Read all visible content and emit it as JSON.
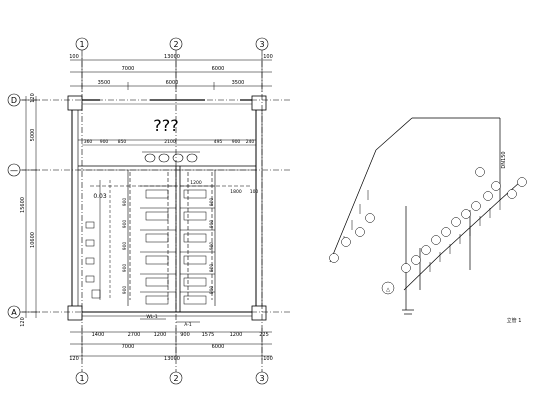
{
  "grid_axes": {
    "columns": [
      "1",
      "2",
      "3"
    ],
    "rows": [
      "D",
      "A"
    ],
    "row_mid": "—"
  },
  "dims": {
    "top_total": "13000",
    "top_spans": [
      "7000",
      "6000"
    ],
    "top_sub": [
      "3500",
      "6000",
      "3500"
    ],
    "top_ends": [
      "100",
      "100"
    ],
    "interior_row": [
      "360",
      "900",
      "850",
      "2100",
      "495",
      "900",
      "240"
    ],
    "bottom_detail": [
      "1400",
      "2700",
      "1200",
      "900",
      "1575",
      "1200",
      "225"
    ],
    "bottom_spans": [
      "7000",
      "6000"
    ],
    "bottom_total": "13000",
    "bottom_ends": [
      "120",
      "100"
    ],
    "left_vertical": [
      "5000",
      "15600",
      "10600"
    ],
    "left_small": [
      "120",
      "120"
    ],
    "stall_dims": [
      "900",
      "900",
      "900",
      "900",
      "900",
      "900",
      "900",
      "900",
      "900",
      "900"
    ],
    "labels_side": [
      "1200",
      "1800",
      "100"
    ],
    "mark_003": "0.03",
    "section_marks": [
      "WL-1",
      "A-1"
    ]
  },
  "room_label": "???",
  "riser": {
    "top_label": "DN150",
    "legend": "立管 1",
    "circle_label": "△"
  }
}
